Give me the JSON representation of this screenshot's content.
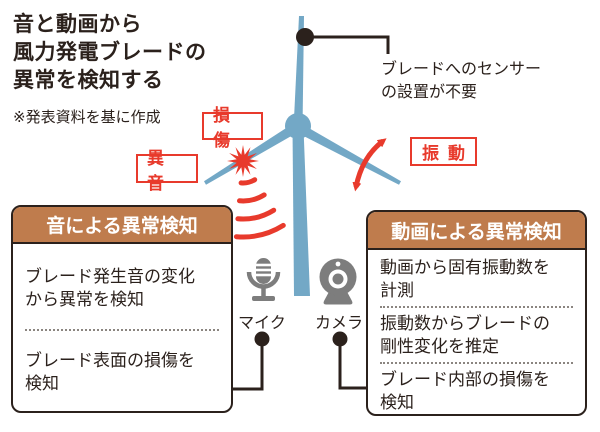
{
  "title": {
    "text": "音と動画から\n風力発電ブレードの\n異常を検知する",
    "note": "※発表資料を基に作成"
  },
  "callouts": {
    "sensor": "ブレードへのセンサー\nの設置が不要"
  },
  "labels": {
    "damage": "損傷",
    "abnormal_sound": "異音",
    "vibration": "振動"
  },
  "devices": {
    "mic_label": "マイク",
    "camera_label": "カメラ"
  },
  "sound_box": {
    "header": "音による異常検知",
    "items": [
      "ブレード発生音の変化\nから異常を検知",
      "ブレード表面の損傷を\n検知"
    ]
  },
  "video_box": {
    "header": "動画による異常検知",
    "items": [
      "動画から固有振動数を\n計測",
      "振動数からブレードの\n剛性変化を推定",
      "ブレード内部の損傷を\n検知"
    ]
  },
  "colors": {
    "accent_red": "#e83a2c",
    "header_brown": "#bf7c4d",
    "turbine_blue": "#73a8c6",
    "icon_gray": "#7d7d7d",
    "ink": "#2b211c"
  }
}
